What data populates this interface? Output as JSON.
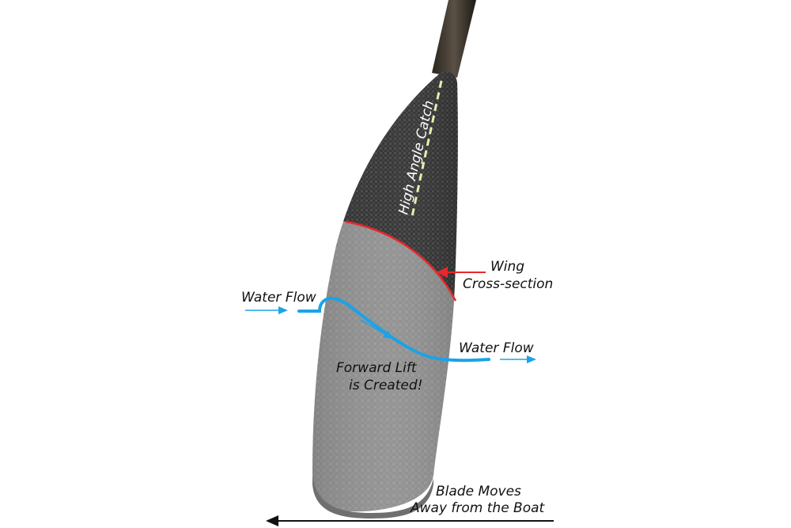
{
  "labels": {
    "high_angle": "High Angle Catch",
    "wing_line1": "Wing",
    "wing_line2": "Cross-section",
    "water_flow_left": "Water Flow",
    "water_flow_right": "Water Flow",
    "lift_line1": "Forward Lift",
    "lift_line2": "is Created!",
    "blade_line1": "Blade Moves",
    "blade_line2": "Away from the Boat"
  },
  "colors": {
    "flow": "#1aa3e8",
    "wing": "#e8282d",
    "catch_line": "#e8edb0",
    "blade": "#8f8f8f",
    "carbon": "#2e2e2e",
    "arrow": "#111111"
  }
}
